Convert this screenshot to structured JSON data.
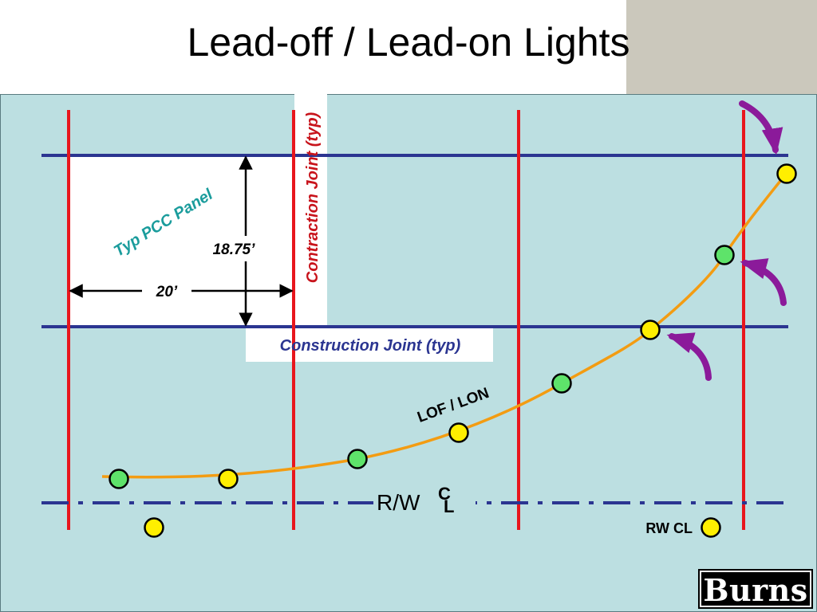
{
  "title": "Lead-off / Lead-on Lights",
  "labels": {
    "panel": "Typ PCC Panel",
    "length": "20’",
    "width": "18.75’",
    "contraction_joint": "Contraction Joint (typ)",
    "construction_joint": "Construction Joint (typ)",
    "lof_lon": "LOF / LON",
    "rw": "R/W",
    "cl_c": "C",
    "cl_l": "L",
    "rw_cl": "RW CL"
  },
  "logo": "Burns",
  "colors": {
    "background": "#bcdfe1",
    "panel_fill": "#ffffff",
    "contraction_joint": "#e8161d",
    "construction_joint": "#2b3591",
    "centerline": "#2b3591",
    "curve": "#f39c12",
    "light_yellow": "#ffef00",
    "light_green": "#5ee36a",
    "arrow": "#8b1a9a",
    "label_teal": "#1a9c9c",
    "label_blue": "#2b3591",
    "label_red": "#c8141c",
    "corner_tab": "#cbc8bc"
  },
  "lights": [
    {
      "name": "light-1",
      "color": "green"
    },
    {
      "name": "light-2",
      "color": "yellow"
    },
    {
      "name": "light-3",
      "color": "green"
    },
    {
      "name": "light-4",
      "color": "yellow"
    },
    {
      "name": "light-5",
      "color": "green"
    },
    {
      "name": "light-6",
      "color": "yellow"
    },
    {
      "name": "light-7",
      "color": "green"
    },
    {
      "name": "light-8",
      "color": "yellow"
    },
    {
      "name": "light-9",
      "color": "yellow"
    },
    {
      "name": "light-10",
      "color": "yellow"
    }
  ]
}
